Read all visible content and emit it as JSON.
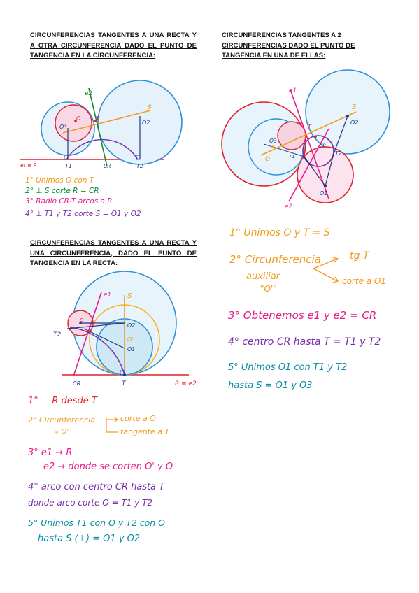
{
  "sections": {
    "s1": {
      "title_lines": [
        "CIRCUNFERENCIAS TANGENTES A UNA RECTA Y",
        "A OTRA CIRCUNFERENCIA DADO EL PUNTO DE",
        "TANGENCIA EN LA CIRCUNFERENCIA:"
      ],
      "labels": {
        "e2": "e2",
        "O1": "O¹",
        "O_main": "O",
        "T": "T",
        "S": "S",
        "O2": "O2",
        "e1R": "e₁ ≡ R",
        "T1": "T1",
        "CR": "CR",
        "T2": "T2"
      },
      "steps": [
        "1° Unimos O con T",
        "2° ⊥ S corte R = CR",
        "3° Radio CR-T arcos a R",
        "4° ⊥ T1 y T2 corte S = O1 y O2"
      ]
    },
    "s2": {
      "title_lines": [
        "CIRCUNFERENCIAS TANGENTES A 2",
        "CIRCUNFERENCIAS DADO EL PUNTO DE",
        "TANGENCIA EN UNA DE ELLAS:"
      ],
      "labels": {
        "e1": "e1",
        "S": "S",
        "O2": "O2",
        "O3": "O3",
        "T": "T",
        "Oprime": "O'",
        "CR": "CR",
        "T1": "T1",
        "T2": "T2",
        "O1": "O1",
        "e2": "e2"
      },
      "steps": [
        "1° Unimos O y T = S",
        "2° Circunferencia",
        "auxiliar",
        "\"O'\"",
        "tg T",
        "corte a O1",
        "3° Obtenemos e1 y e2 = CR",
        "4° centro CR hasta T = T1 y T2",
        "5° Unimos O1 con T1 y T2",
        "hasta S = O1 y O3"
      ]
    },
    "s3": {
      "title_lines": [
        "CIRCUNFERENCIAS TANGENTES A UNA RECTA Y",
        "UNA CIRCUNFERENCIA, DADO EL PUNTO DE",
        "TANGENCIA EN LA RECTA:"
      ],
      "labels": {
        "e1": "e1",
        "S": "S",
        "T2": "T2",
        "O": "O",
        "O2": "O2",
        "Oprime": "O'",
        "O1": "O1",
        "T1": "T1",
        "CR": "CR",
        "T": "T",
        "Re2": "R ≡ e2"
      },
      "steps": [
        "1° ⊥ R desde T",
        "2° Circunferencia",
        "↳ O'",
        "corte a O",
        "tangente a T",
        "3° e1 → R",
        "e2 → donde se corten O' y O",
        "4° arco con centro CR hasta T",
        "donde arco corte O = T1 y T2",
        "5° Unimos T1 con O y T2 con O",
        "hasta S (⊥) = O1 y O2"
      ]
    }
  },
  "colors": {
    "blue": "#2d8fd8",
    "ltblue": "#9fd0f0",
    "green": "#0a8a2a",
    "orange": "#f39a1a",
    "red": "#e0202a",
    "magenta": "#e8178a",
    "purple": "#7a2ca8",
    "teal": "#0a8ea6",
    "navy": "#1d3a8a",
    "pink_fill": "#f8d8e4",
    "orange_circle": "#f6b324"
  }
}
